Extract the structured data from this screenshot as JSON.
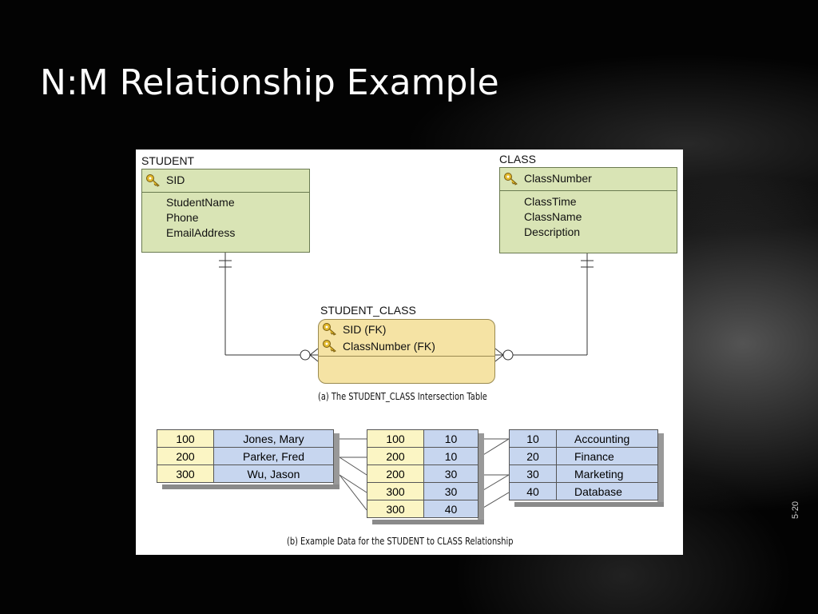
{
  "slide": {
    "title": "N:M Relationship Example",
    "slide_number": "5-20"
  },
  "diagram_a": {
    "caption": "(a) The STUDENT_CLASS Intersection Table",
    "student": {
      "name": "STUDENT",
      "key": "SID",
      "attributes": [
        "StudentName",
        "Phone",
        "EmailAddress"
      ]
    },
    "class": {
      "name": "CLASS",
      "key": "ClassNumber",
      "attributes": [
        "ClassTime",
        "ClassName",
        "Description"
      ]
    },
    "intersection": {
      "name": "STUDENT_CLASS",
      "keys": [
        "SID (FK)",
        "ClassNumber (FK)"
      ]
    }
  },
  "diagram_b": {
    "caption": "(b) Example Data for the STUDENT to CLASS Relationship",
    "students": [
      {
        "sid": "100",
        "name": "Jones, Mary"
      },
      {
        "sid": "200",
        "name": "Parker, Fred"
      },
      {
        "sid": "300",
        "name": "Wu, Jason"
      }
    ],
    "student_class": [
      {
        "sid": "100",
        "class": "10"
      },
      {
        "sid": "200",
        "class": "10"
      },
      {
        "sid": "200",
        "class": "30"
      },
      {
        "sid": "300",
        "class": "30"
      },
      {
        "sid": "300",
        "class": "40"
      }
    ],
    "classes": [
      {
        "number": "10",
        "name": "Accounting"
      },
      {
        "number": "20",
        "name": "Finance"
      },
      {
        "number": "30",
        "name": "Marketing"
      },
      {
        "number": "40",
        "name": "Database"
      }
    ]
  },
  "colors": {
    "entity_fill": "#d9e4b5",
    "intersection_fill": "#f5e3a4",
    "key_cell": "#fbf5c4",
    "value_cell": "#c7d6ef"
  },
  "icons": {
    "key": "key-icon"
  }
}
